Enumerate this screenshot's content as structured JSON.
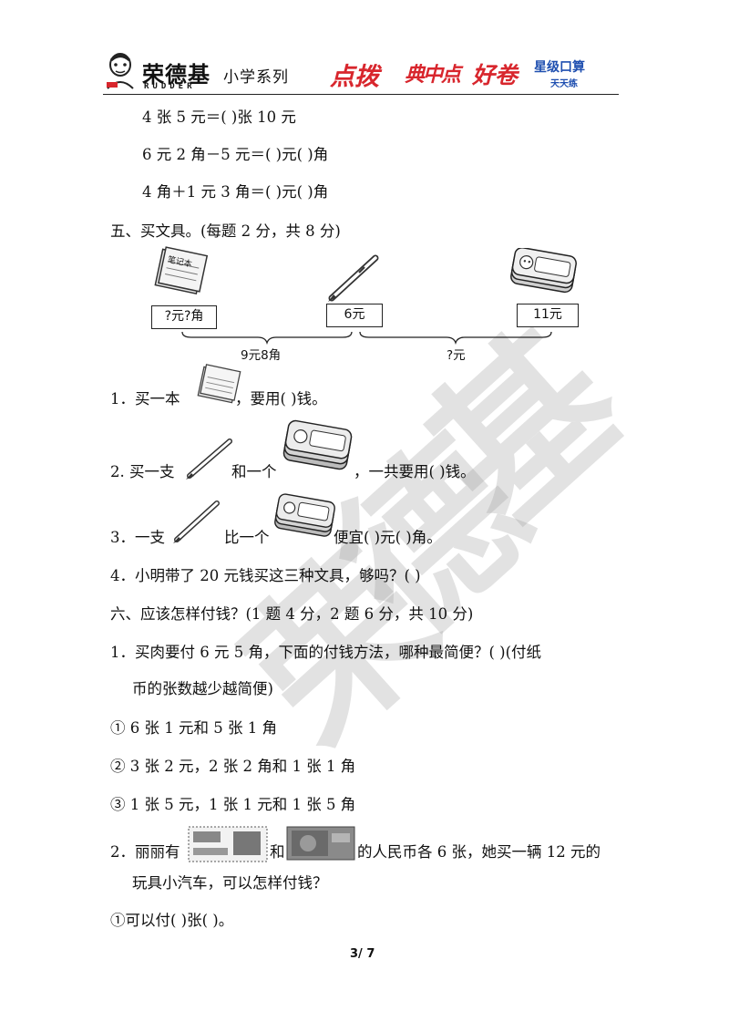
{
  "header": {
    "brand": "荣德基",
    "series": "小学系列",
    "brand_sub": "RUDDER",
    "logo1": "点拨",
    "logo2": "典中点",
    "logo3": "好卷",
    "logo4_top": "星级口算",
    "logo4_bottom": "天天练"
  },
  "top_lines": [
    "4 张 5 元＝(          )张 10 元",
    "6 元 2 角－5 元＝(          )元(          )角",
    "4 角＋1 元 3 角＝(          )元(          )角"
  ],
  "section5": {
    "title": "五、买文具。(每题 2 分，共 8 分)",
    "notebook_label": "笔记本",
    "price_notebook": "?元?角",
    "price_pen": "6元",
    "price_pencilcase": "11元",
    "brace_left": "9元8角",
    "brace_right": "?元",
    "q1_a": "1．买一本",
    "q1_b": "，要用(               )钱。",
    "q2_a": "2. 买一支",
    "q2_b": "和一个",
    "q2_c": "，一共要用(            )钱。",
    "q3_a": "3．一支",
    "q3_b": "比一个",
    "q3_c": "便宜(            )元(            )角。",
    "q4": "4．小明带了 20 元钱买这三种文具，够吗？(            )"
  },
  "section6": {
    "title": "六、应该怎样付钱？(1 题 4 分，2 题 6 分，共 10 分)",
    "q1_line1": "1．买肉要付 6 元 5 角，下面的付钱方法，哪种最简便？(        )(付纸",
    "q1_line2": "币的张数越少越简便)",
    "opt1": "①  6 张 1 元和 5 张 1 角",
    "opt2": "②  3 张 2 元，2 张 2 角和 1 张 1 角",
    "opt3": "③  1 张 5 元，1 张 1 元和 1 张 5 角",
    "q2_a": "2．丽丽有",
    "q2_b": "和",
    "q2_c": "的人民币各 6 张，她买一辆 12 元的",
    "q2_line2": "玩具小汽车，可以怎样付钱？",
    "ans1": "①可以付(            )张(            )。"
  },
  "page_number": "3/ 7"
}
